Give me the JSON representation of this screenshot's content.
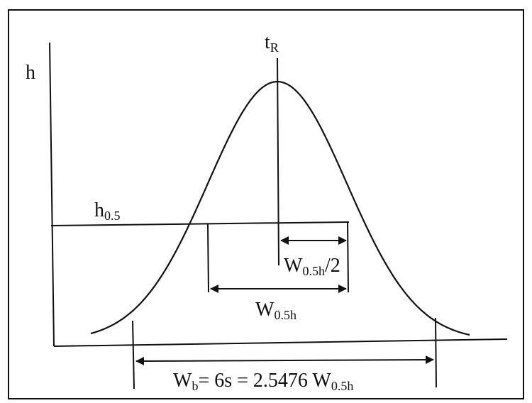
{
  "colors": {
    "ink": "#111111",
    "background": "#ffffff"
  },
  "labels": {
    "y_axis": {
      "base": "h"
    },
    "retention_time": {
      "base": "t",
      "sub": "R"
    },
    "half_height": {
      "base": "h",
      "sub": "0.5"
    },
    "half_width_half": {
      "base": "W",
      "sub": "0.5h",
      "tail": "/2"
    },
    "half_width": {
      "base": "W",
      "sub": "0.5h"
    },
    "base_width": {
      "base": "W",
      "sub": "b",
      "middle": "= 6s = 2.5476 W",
      "sub2": "0.5h"
    }
  }
}
